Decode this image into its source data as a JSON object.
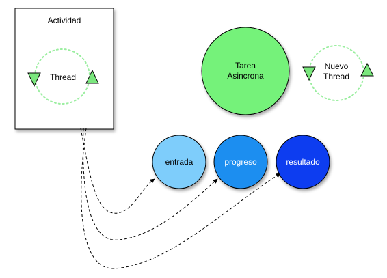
{
  "activity": {
    "title": "Actividad",
    "thread_label": "Thread"
  },
  "async_task": {
    "label_line1": "Tarea",
    "label_line2": "Asincrona"
  },
  "new_thread": {
    "label_line1": "Nuevo",
    "label_line2": "Thread"
  },
  "params": [
    {
      "label": "entrada",
      "color": "#7ecdfb"
    },
    {
      "label": "progreso",
      "color": "#1e8ef0"
    },
    {
      "label": "resultado",
      "color": "#0b3ef0"
    }
  ],
  "colors": {
    "task_fill": "#74f27a",
    "thread_triangle": "#7ae77d",
    "thread_ring": "#9beea0",
    "connector": "#000000"
  }
}
